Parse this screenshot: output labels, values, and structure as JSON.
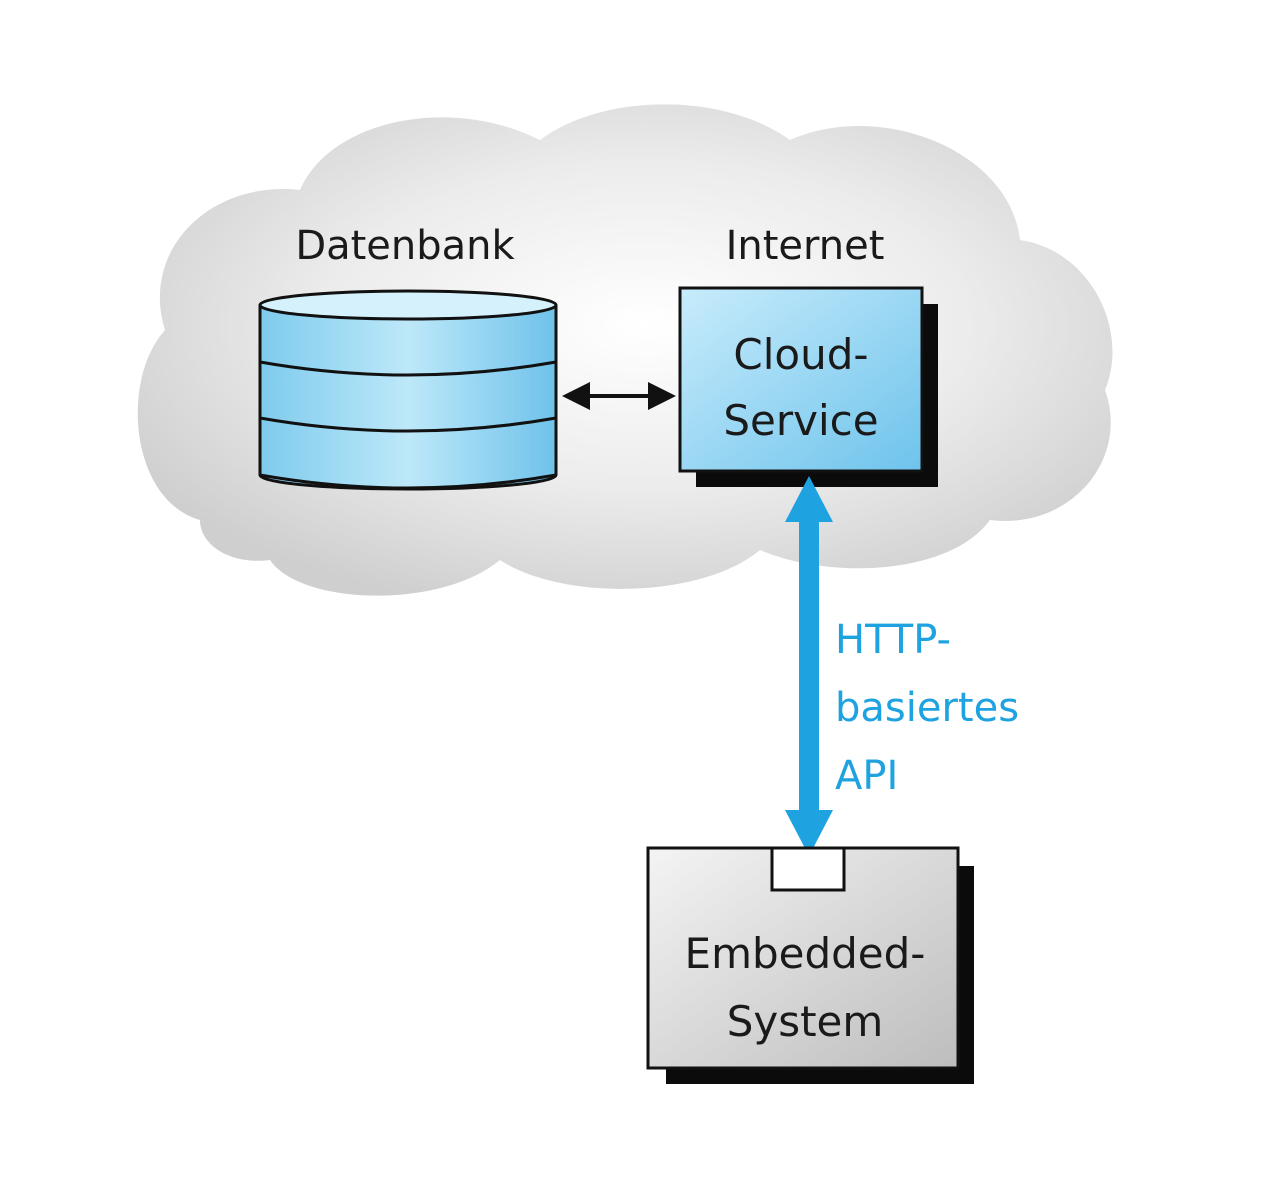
{
  "cloud": {
    "database_label": "Datenbank",
    "internet_label": "Internet",
    "service_lines": [
      "Cloud-",
      "Service"
    ]
  },
  "connection": {
    "label_lines": [
      "HTTP-",
      "basiertes",
      "API"
    ]
  },
  "device": {
    "label_lines": [
      "Embedded-",
      "System"
    ]
  },
  "colors": {
    "accent_blue": "#1fa3e0",
    "box_blue": "#9ad8f2",
    "device_gray": "#d4d4d4",
    "shadow": "#0b0b0b",
    "cloud_gray": "#d8d8d8"
  }
}
